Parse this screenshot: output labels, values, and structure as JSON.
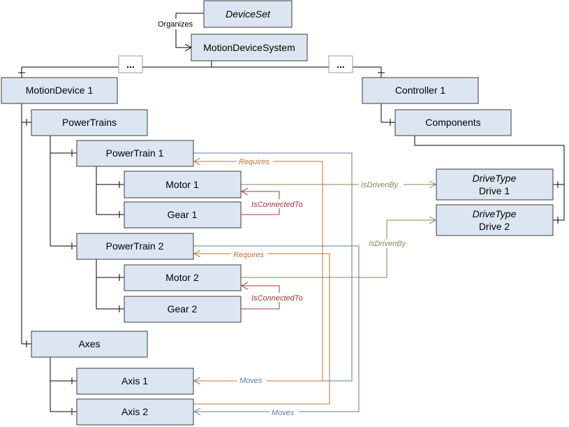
{
  "colors": {
    "node_fill": "#dce6f2",
    "requires": "#c0703a",
    "is_connected_to": "#a03a3a",
    "is_driven_by": "#7d8c52",
    "moves": "#5b7fa8"
  },
  "nodes": {
    "device_set": "DeviceSet",
    "motion_device_system": "MotionDeviceSystem",
    "ellipsis": "...",
    "motion_device_1": "MotionDevice 1",
    "controller_1": "Controller 1",
    "power_trains": "PowerTrains",
    "components": "Components",
    "power_train_1": "PowerTrain 1",
    "motor_1": "Motor 1",
    "gear_1": "Gear 1",
    "power_train_2": "PowerTrain 2",
    "motor_2": "Motor 2",
    "gear_2": "Gear 2",
    "axes": "Axes",
    "axis_1": "Axis 1",
    "axis_2": "Axis 2",
    "drive_1_type": "DriveType",
    "drive_1_name": "Drive 1",
    "drive_2_type": "DriveType",
    "drive_2_name": "Drive 2"
  },
  "references": {
    "organizes": "Organizes",
    "requires": "Requires",
    "is_connected_to": "IsConnectedTo",
    "is_driven_by": "IsDrivenBy",
    "moves": "Moves"
  }
}
